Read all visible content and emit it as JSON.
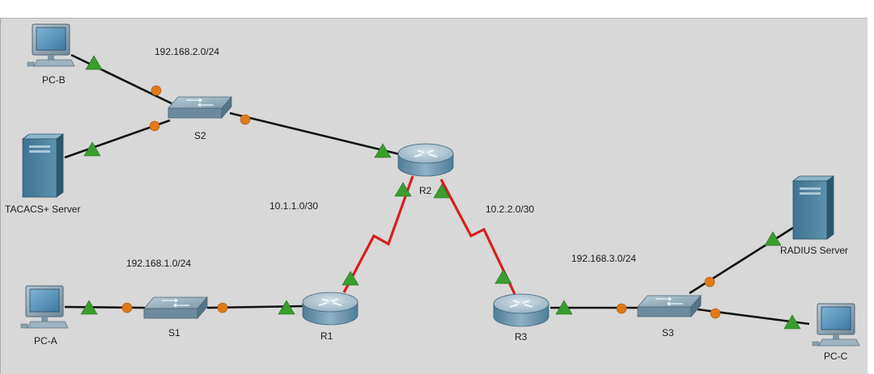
{
  "colors": {
    "canvas": "#d8d8d8",
    "ethernet_link": "#111111",
    "serial_link": "#d61f1f",
    "port_up": "#3a9e2e",
    "port_pending": "#e07a16"
  },
  "devices": {
    "pc_b": "PC-B",
    "tacacs_server": "TACACS+ Server",
    "s2": "S2",
    "r2": "R2",
    "r1": "R1",
    "s1": "S1",
    "pc_a": "PC-A",
    "r3": "R3",
    "s3": "S3",
    "radius_server": "RADIUS Server",
    "pc_c": "PC-C"
  },
  "networks": {
    "lan_b": "192.168.2.0/24",
    "wan_r1_r2": "10.1.1.0/30",
    "wan_r2_r3": "10.2.2.0/30",
    "lan_a": "192.168.1.0/24",
    "lan_c": "192.168.3.0/24"
  },
  "icons": {
    "pc": "desktop-pc-icon",
    "server": "tower-server-icon",
    "switch": "switch-icon",
    "router": "router-icon"
  }
}
